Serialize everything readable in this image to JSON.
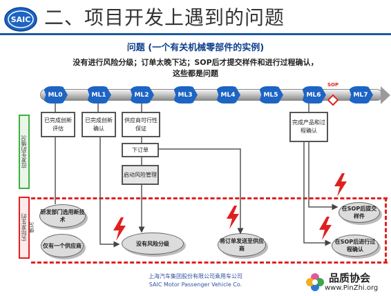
{
  "header": {
    "logo_text": "SAIC",
    "title": "二、项目开发上遇到的问题"
  },
  "subtitle": "问题 (一个有关机械零部件的实例)",
  "description": {
    "line1": "没有进行风险分级；订单太晚下达；SOP后才提交样件和进行过程确认，",
    "line2": "这些都是问题"
  },
  "milestones": [
    "ML0",
    "ML1",
    "ML2",
    "ML3",
    "ML4",
    "ML5",
    "ML6",
    "ML7"
  ],
  "sop_label": "SOP",
  "side_labels": {
    "top": "应发生的情况",
    "bottom": "实际发生的情况"
  },
  "boxes": {
    "b1": "已完成创新评估",
    "b2": "已完成创新确认",
    "b3": "供应商可行性保证",
    "b4": "下订单",
    "b5": "启动风险管理",
    "b6": "完成产品和过程确认"
  },
  "clouds": {
    "c1": "研发部门选用新技术",
    "c2": "仅有一个供应商",
    "c3": "没有风险分级",
    "c4": "将订单发送至供应商",
    "c5": "在SOP后提交样件",
    "c6": "在SOP后进行过程确认"
  },
  "footer": {
    "company_cn": "上海汽车集团股份有限公司乘用车公司",
    "company_en": "SAIC Motor Passenger Vehicle Co."
  },
  "watermark": {
    "name": "品质协会",
    "url": "www.PinZhi.org"
  },
  "colors": {
    "accent": "#1d64c4",
    "warning": "#e02020",
    "good": "#3cb13c"
  }
}
